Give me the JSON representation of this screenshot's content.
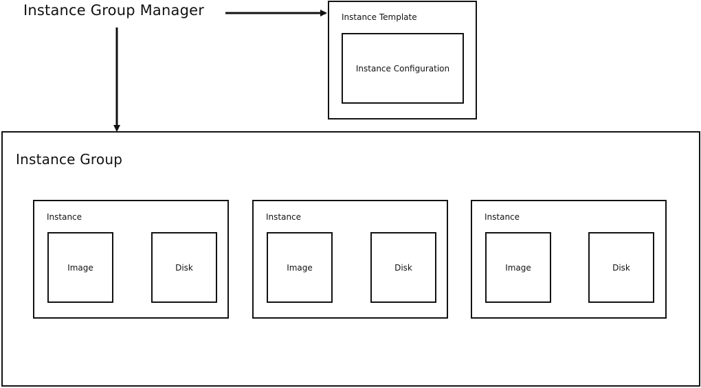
{
  "manager": {
    "label": "Instance Group Manager"
  },
  "template": {
    "label": "Instance Template",
    "config_label": "Instance Configuration"
  },
  "group": {
    "label": "Instance Group",
    "instances": [
      {
        "label": "Instance",
        "image_label": "Image",
        "disk_label": "Disk"
      },
      {
        "label": "Instance",
        "image_label": "Image",
        "disk_label": "Disk"
      },
      {
        "label": "Instance",
        "image_label": "Image",
        "disk_label": "Disk"
      }
    ]
  }
}
